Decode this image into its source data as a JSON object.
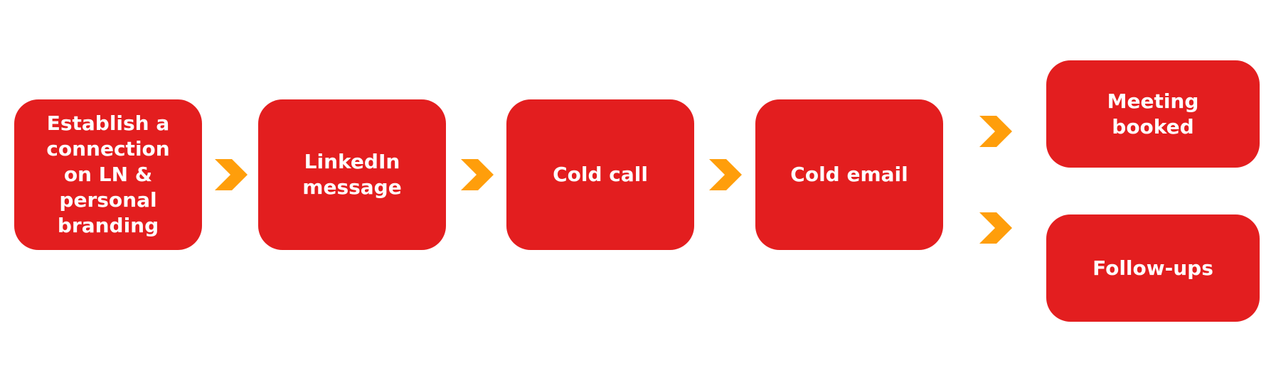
{
  "colors": {
    "box_fill": "#e31e1f",
    "box_text": "#ffffff",
    "arrow": "#ff9e0b",
    "background": "#ffffff"
  },
  "steps": [
    {
      "id": "establish-connection",
      "label": "Establish a\nconnection\non LN &\npersonal\nbranding"
    },
    {
      "id": "linkedin-message",
      "label": "LinkedIn\nmessage"
    },
    {
      "id": "cold-call",
      "label": "Cold call"
    },
    {
      "id": "cold-email",
      "label": "Cold email"
    },
    {
      "id": "meeting-booked",
      "label": "Meeting\nbooked"
    },
    {
      "id": "follow-ups",
      "label": "Follow-ups"
    }
  ],
  "arrows": [
    {
      "from": "establish-connection",
      "to": "linkedin-message",
      "icon": "chevron-right-icon"
    },
    {
      "from": "linkedin-message",
      "to": "cold-call",
      "icon": "chevron-right-icon"
    },
    {
      "from": "cold-call",
      "to": "cold-email",
      "icon": "chevron-right-icon"
    },
    {
      "from": "cold-email",
      "to": "meeting-booked",
      "icon": "chevron-right-icon"
    },
    {
      "from": "cold-email",
      "to": "follow-ups",
      "icon": "chevron-right-icon"
    }
  ]
}
